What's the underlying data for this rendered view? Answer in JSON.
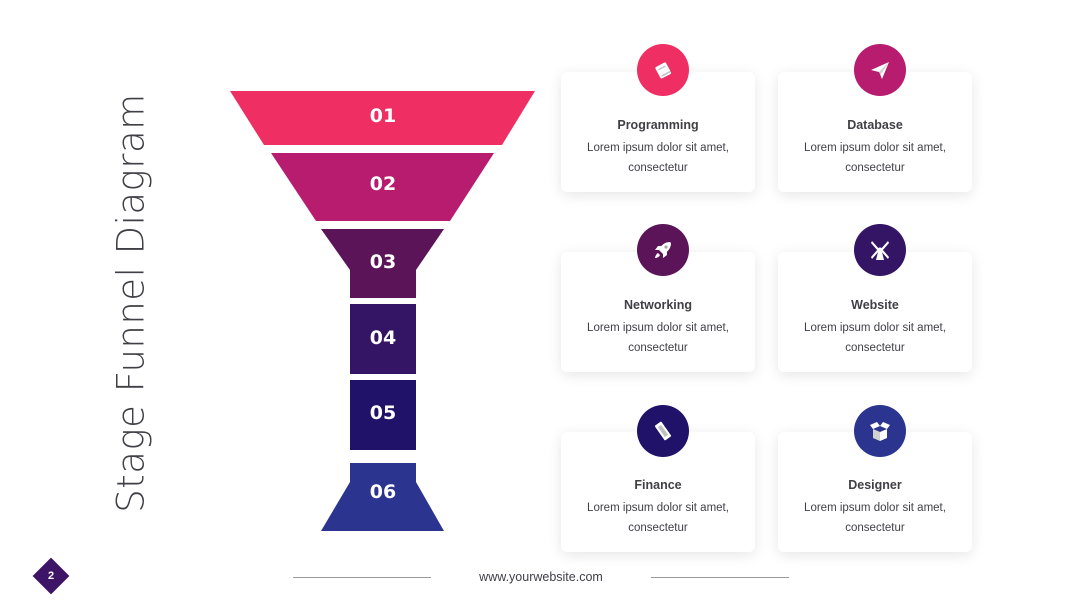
{
  "slide": {
    "title": "Stage Funnel Diagram",
    "footer_url": "www.yourwebsite.com",
    "page_number": "2"
  },
  "colors": {
    "stage_1": "#ef2f63",
    "stage_2": "#b81c6e",
    "stage_3": "#5c1458",
    "stage_4": "#341465",
    "stage_5": "#1f1268",
    "stage_6": "#2b358f",
    "page_badge": "#3d1466"
  },
  "stages": [
    {
      "label": "01"
    },
    {
      "label": "02"
    },
    {
      "label": "03"
    },
    {
      "label": "04"
    },
    {
      "label": "05"
    },
    {
      "label": "06"
    }
  ],
  "cards": [
    {
      "title": "Programming",
      "desc": "Lorem ipsum dolor sit amet, consectetur",
      "icon": "book-icon",
      "color": "#ef2f63"
    },
    {
      "title": "Database",
      "desc": "Lorem ipsum dolor sit amet, consectetur",
      "icon": "paper-plane-icon",
      "color": "#b81c6e"
    },
    {
      "title": "Networking",
      "desc": "Lorem ipsum dolor sit amet, consectetur",
      "icon": "rocket-icon",
      "color": "#5c1458"
    },
    {
      "title": "Website",
      "desc": "Lorem ipsum dolor sit amet, consectetur",
      "icon": "windmill-icon",
      "color": "#341465"
    },
    {
      "title": "Finance",
      "desc": "Lorem ipsum dolor sit amet, consectetur",
      "icon": "ticket-icon",
      "color": "#1f1268"
    },
    {
      "title": "Designer",
      "desc": "Lorem ipsum dolor sit amet, consectetur",
      "icon": "open-box-icon",
      "color": "#2b358f"
    }
  ]
}
